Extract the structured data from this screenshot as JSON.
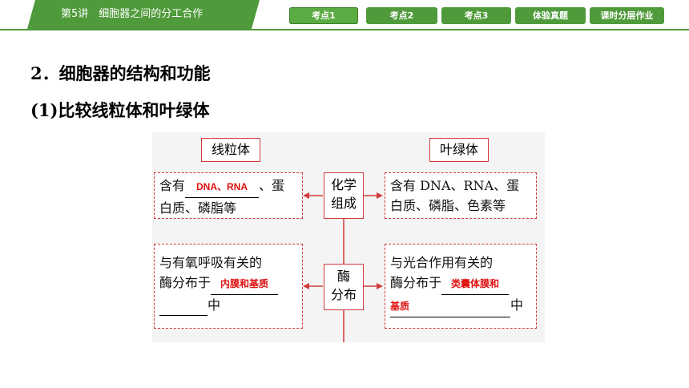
{
  "header": {
    "lesson": "第5讲　细胞器之间的分工合作",
    "nav": [
      "考点1",
      "考点2",
      "考点3",
      "体验真题",
      "课时分层作业"
    ],
    "active_index": 0
  },
  "headings": {
    "section": "2．细胞器的结构和功能",
    "subsection": "(1)比较线粒体和叶绿体"
  },
  "diagram": {
    "left_title": "线粒体",
    "right_title": "叶绿体",
    "center_1": [
      "化学",
      "组成"
    ],
    "center_2": [
      "酶",
      "分布"
    ],
    "left_chem": {
      "prefix": "含有",
      "answer": "DNA、RNA",
      "suffix": "、蛋",
      "line2": "白质、磷脂等"
    },
    "right_chem": {
      "line1": "含有 DNA、RNA、蛋",
      "line2": "白质、磷脂、色素等"
    },
    "left_enzyme": {
      "line1": "与有氧呼吸有关的",
      "prefix": "酶分布于",
      "answer": "内膜和基质",
      "line3_suffix": "中"
    },
    "right_enzyme": {
      "line1": "与光合作用有关的",
      "prefix": "酶分布于",
      "answer_1": "类囊体膜和",
      "answer_2": "基质",
      "line3_suffix": "中"
    }
  }
}
